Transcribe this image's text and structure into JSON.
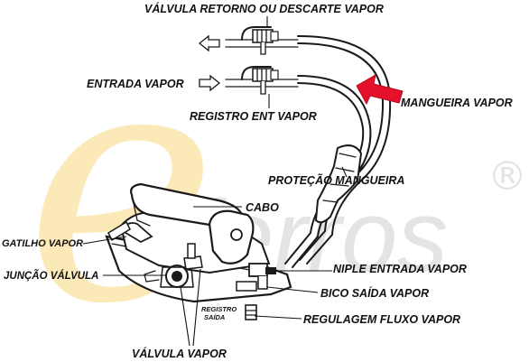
{
  "labels": {
    "valvula_retorno": "VÁLVULA RETORNO OU DESCARTE VAPOR",
    "entrada_vapor": "ENTRADA  VAPOR",
    "registro_ent": "REGISTRO  ENT VAPOR",
    "mangueira": "MANGUEIRA VAPOR",
    "protecao": "PROTEÇÃO MANGUEIRA",
    "cabo": "CABO",
    "gatilho": "GATILHO VAPOR",
    "juncao": "JUNÇÃO VÁLVULA",
    "niple": "NIPLE ENTRADA VAPOR",
    "bico": "BICO SAÍDA VAPOR",
    "registro_saida_1": "REGISTRO",
    "registro_saida_2": "SAÍDA",
    "regulagem": "REGULAGEM FLUXO VAPOR",
    "valvula_vapor": "VÁLVULA VAPOR"
  },
  "watermark": {
    "logo_letter": "e",
    "brand_text": "ferros",
    "registered_mark": "®"
  },
  "colors": {
    "watermark_yellow": "#fbe9b8",
    "watermark_gray": "#e4e4e4",
    "callout_arrow": "#e5102a",
    "ink": "#1a1a1a"
  }
}
